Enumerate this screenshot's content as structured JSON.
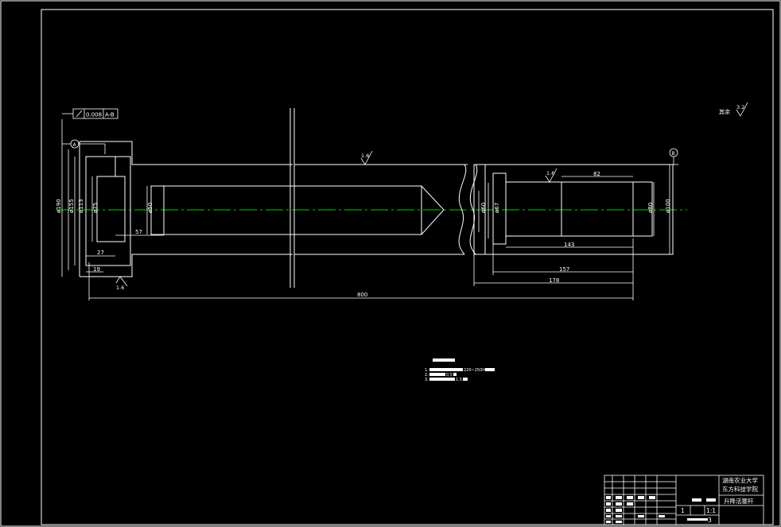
{
  "dimensions": {
    "d190": "ø190",
    "d155": "ø155",
    "d113": "ø113",
    "d75": "ø75",
    "d50": "ø50",
    "d60": "ø60",
    "d67": "ø67",
    "d80": "ø80",
    "d100": "ø100",
    "l57": "57",
    "l27": "27",
    "l19": "19",
    "l82": "82",
    "l143": "143",
    "l157": "157",
    "l178": "178",
    "l800": "800"
  },
  "tolerance": {
    "value": "0.008",
    "datum": "A-B"
  },
  "datums": {
    "a": "A",
    "b": "B"
  },
  "roughness": {
    "r1": "1.6",
    "r2": "1.6",
    "r3": "1.6",
    "rest_label": "其余",
    "rest_value": "3.2"
  },
  "notes": {
    "n1_num": "1.",
    "n1_tail": "220~250HBS",
    "n2_num": "2.",
    "n2_tail": "0.5",
    "n3_num": "3.",
    "n3_tail": "1.5"
  },
  "title_block": {
    "school1": "湖南农业大学",
    "school2": "东方科技学院",
    "part_name": "升降活塞杆",
    "qty": "1",
    "scale": "1:1",
    "sheet": "3"
  },
  "colors": {
    "line": "#ffffff",
    "centerline": "#00cc00",
    "background": "#000000"
  }
}
